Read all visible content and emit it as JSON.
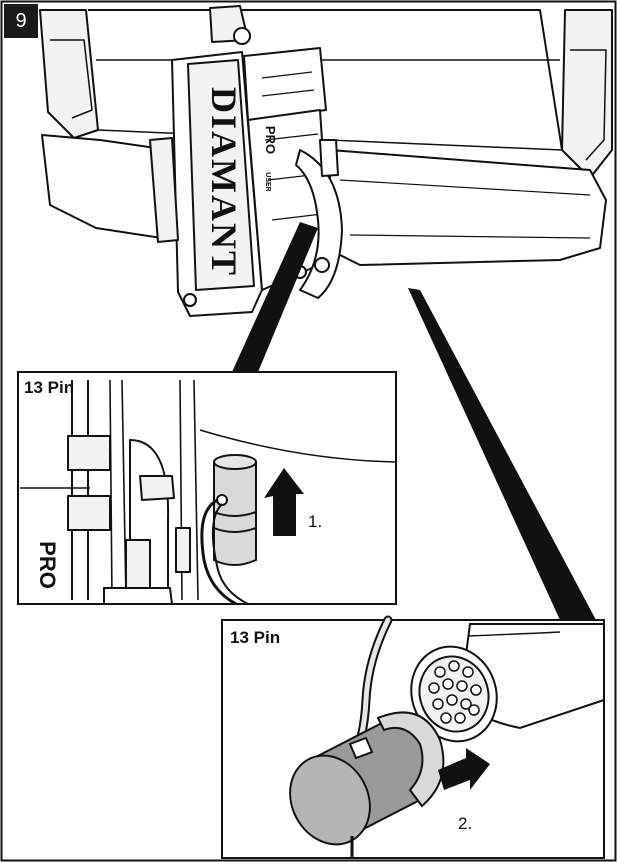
{
  "step_number": "9",
  "carrier_brand": "DIAMANT",
  "carrier_logo": "PRO",
  "carrier_logo_small": "USER",
  "inset_plug_connect": {
    "title": "13 Pin",
    "step": "1.",
    "partial_logo": "PRO"
  },
  "inset_socket_connect": {
    "title": "13 Pin",
    "step": "2."
  },
  "colors": {
    "ink": "#111111",
    "fill_light": "#f2f2f2",
    "plug_grey": "#9a9a9a"
  }
}
